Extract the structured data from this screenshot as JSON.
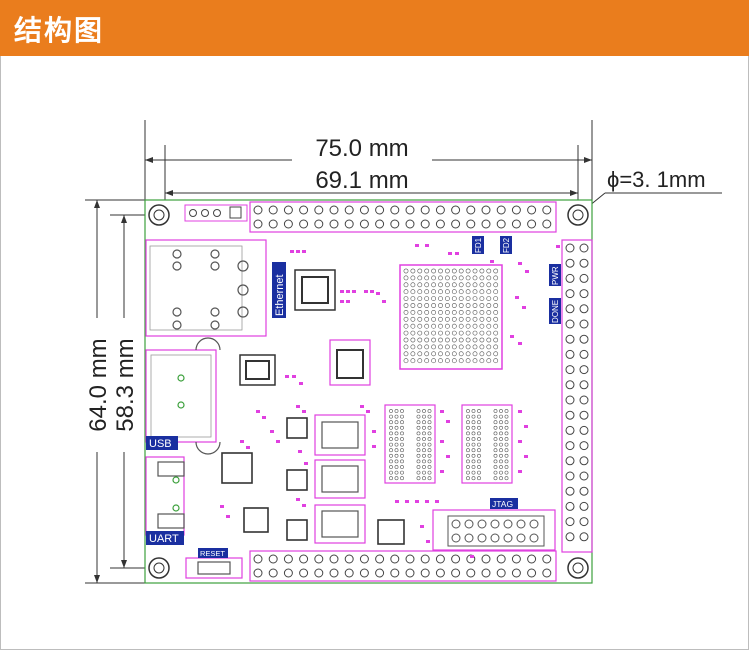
{
  "header": {
    "title": "结构图"
  },
  "dimensions": {
    "width_outer": "75.0 mm",
    "width_inner": "69.1 mm",
    "height_outer": "64.0 mm",
    "height_inner": "58.3 mm",
    "hole": "ϕ=3. 1mm"
  },
  "board_labels": {
    "ethernet": "Ethernet",
    "usb": "USB",
    "uart": "UART",
    "reset": "RESET",
    "jtag": "JTAG",
    "led_1": "FD1",
    "led_2": "FD2",
    "pwr": "PWR",
    "done": "DONE"
  },
  "colors": {
    "banner": "#ea7d1d",
    "silk": "#e040e0",
    "outline": "#3ca03c",
    "label_bg": "#1a2fa0",
    "dim_line": "#333333"
  }
}
